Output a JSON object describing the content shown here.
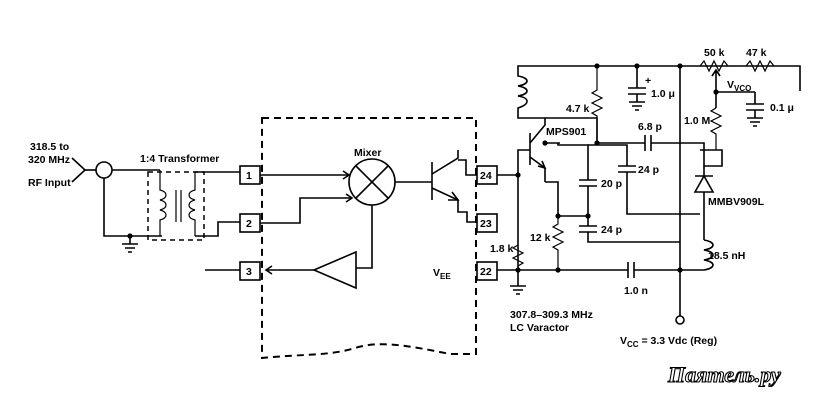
{
  "input": {
    "freq_line1": "318.5 to",
    "freq_line2": "320 MHz",
    "name": "RF Input"
  },
  "transformer_label": "1:4 Transformer",
  "mixer_label": "Mixer",
  "pins": {
    "p1": "1",
    "p2": "2",
    "p3": "3",
    "p22": "22",
    "p23": "23",
    "p24": "24"
  },
  "vee": "VEE",
  "transistor_label": "MPS901",
  "components": {
    "r_4k7": "4.7 k",
    "c_1u": "1.0 μ",
    "pot_50k": "50 k",
    "r_47k": "47 k",
    "vco": "VVCO",
    "r_1m": "1.0 M",
    "c_0u1": "0.1 μ",
    "c_6p8": "6.8 p",
    "c_20p": "20 p",
    "c_24p_a": "24 p",
    "c_24p_b": "24 p",
    "diode": "MMBV909L",
    "r_1k8": "1.8 k",
    "r_12k": "12 k",
    "l_18n5": "18.5 nH",
    "c_1n": "1.0 n"
  },
  "varactor_note": {
    "line1": "307.8–309.3 MHz",
    "line2": "LC Varactor"
  },
  "vcc": "VCC = 3.3 Vdc (Reg)",
  "watermark": "Паятель.ру"
}
